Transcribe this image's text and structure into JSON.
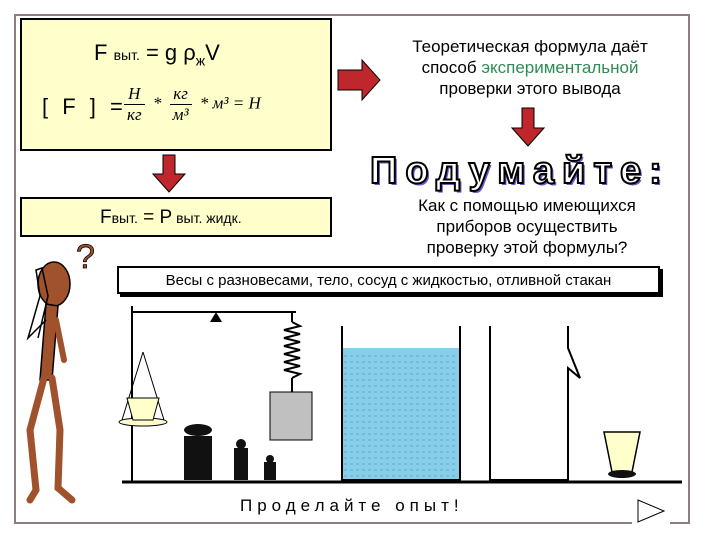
{
  "formula": {
    "F": "F",
    "sub_vyt": "выт.",
    "rhs": "= g ρ",
    "sub_zh": "ж",
    "V": "V"
  },
  "units": {
    "label": "[ F ] =",
    "n1": "Н",
    "d1": "кг",
    "star1": "*",
    "n2": "кг",
    "d2": "м³",
    "tail": "* м³ = Н"
  },
  "theory": {
    "line1": "Теоретическая формула даёт",
    "line2_a": "способ ",
    "line2_green": "экспериментальной",
    "line3": "проверки этого вывода"
  },
  "think": "Подумайте:",
  "question": {
    "line1": "Как с помощью имеющихся",
    "line2": "приборов осуществить",
    "line3": "проверку этой формулы?"
  },
  "result": {
    "F": "F",
    "sub_vyt": "выт.",
    "eq": " = Р",
    "sub_p": " выт. жидк."
  },
  "equipment": "Весы с разновесами, тело, сосуд с жидкостью, отливной стакан",
  "do_experiment": "Проделайте опыт!",
  "colors": {
    "arrow": "#c0272d",
    "box_fill": "#ffffcc",
    "water": "#87ceeb",
    "figure": "#a0522d",
    "green_text": "#2e8b57"
  }
}
